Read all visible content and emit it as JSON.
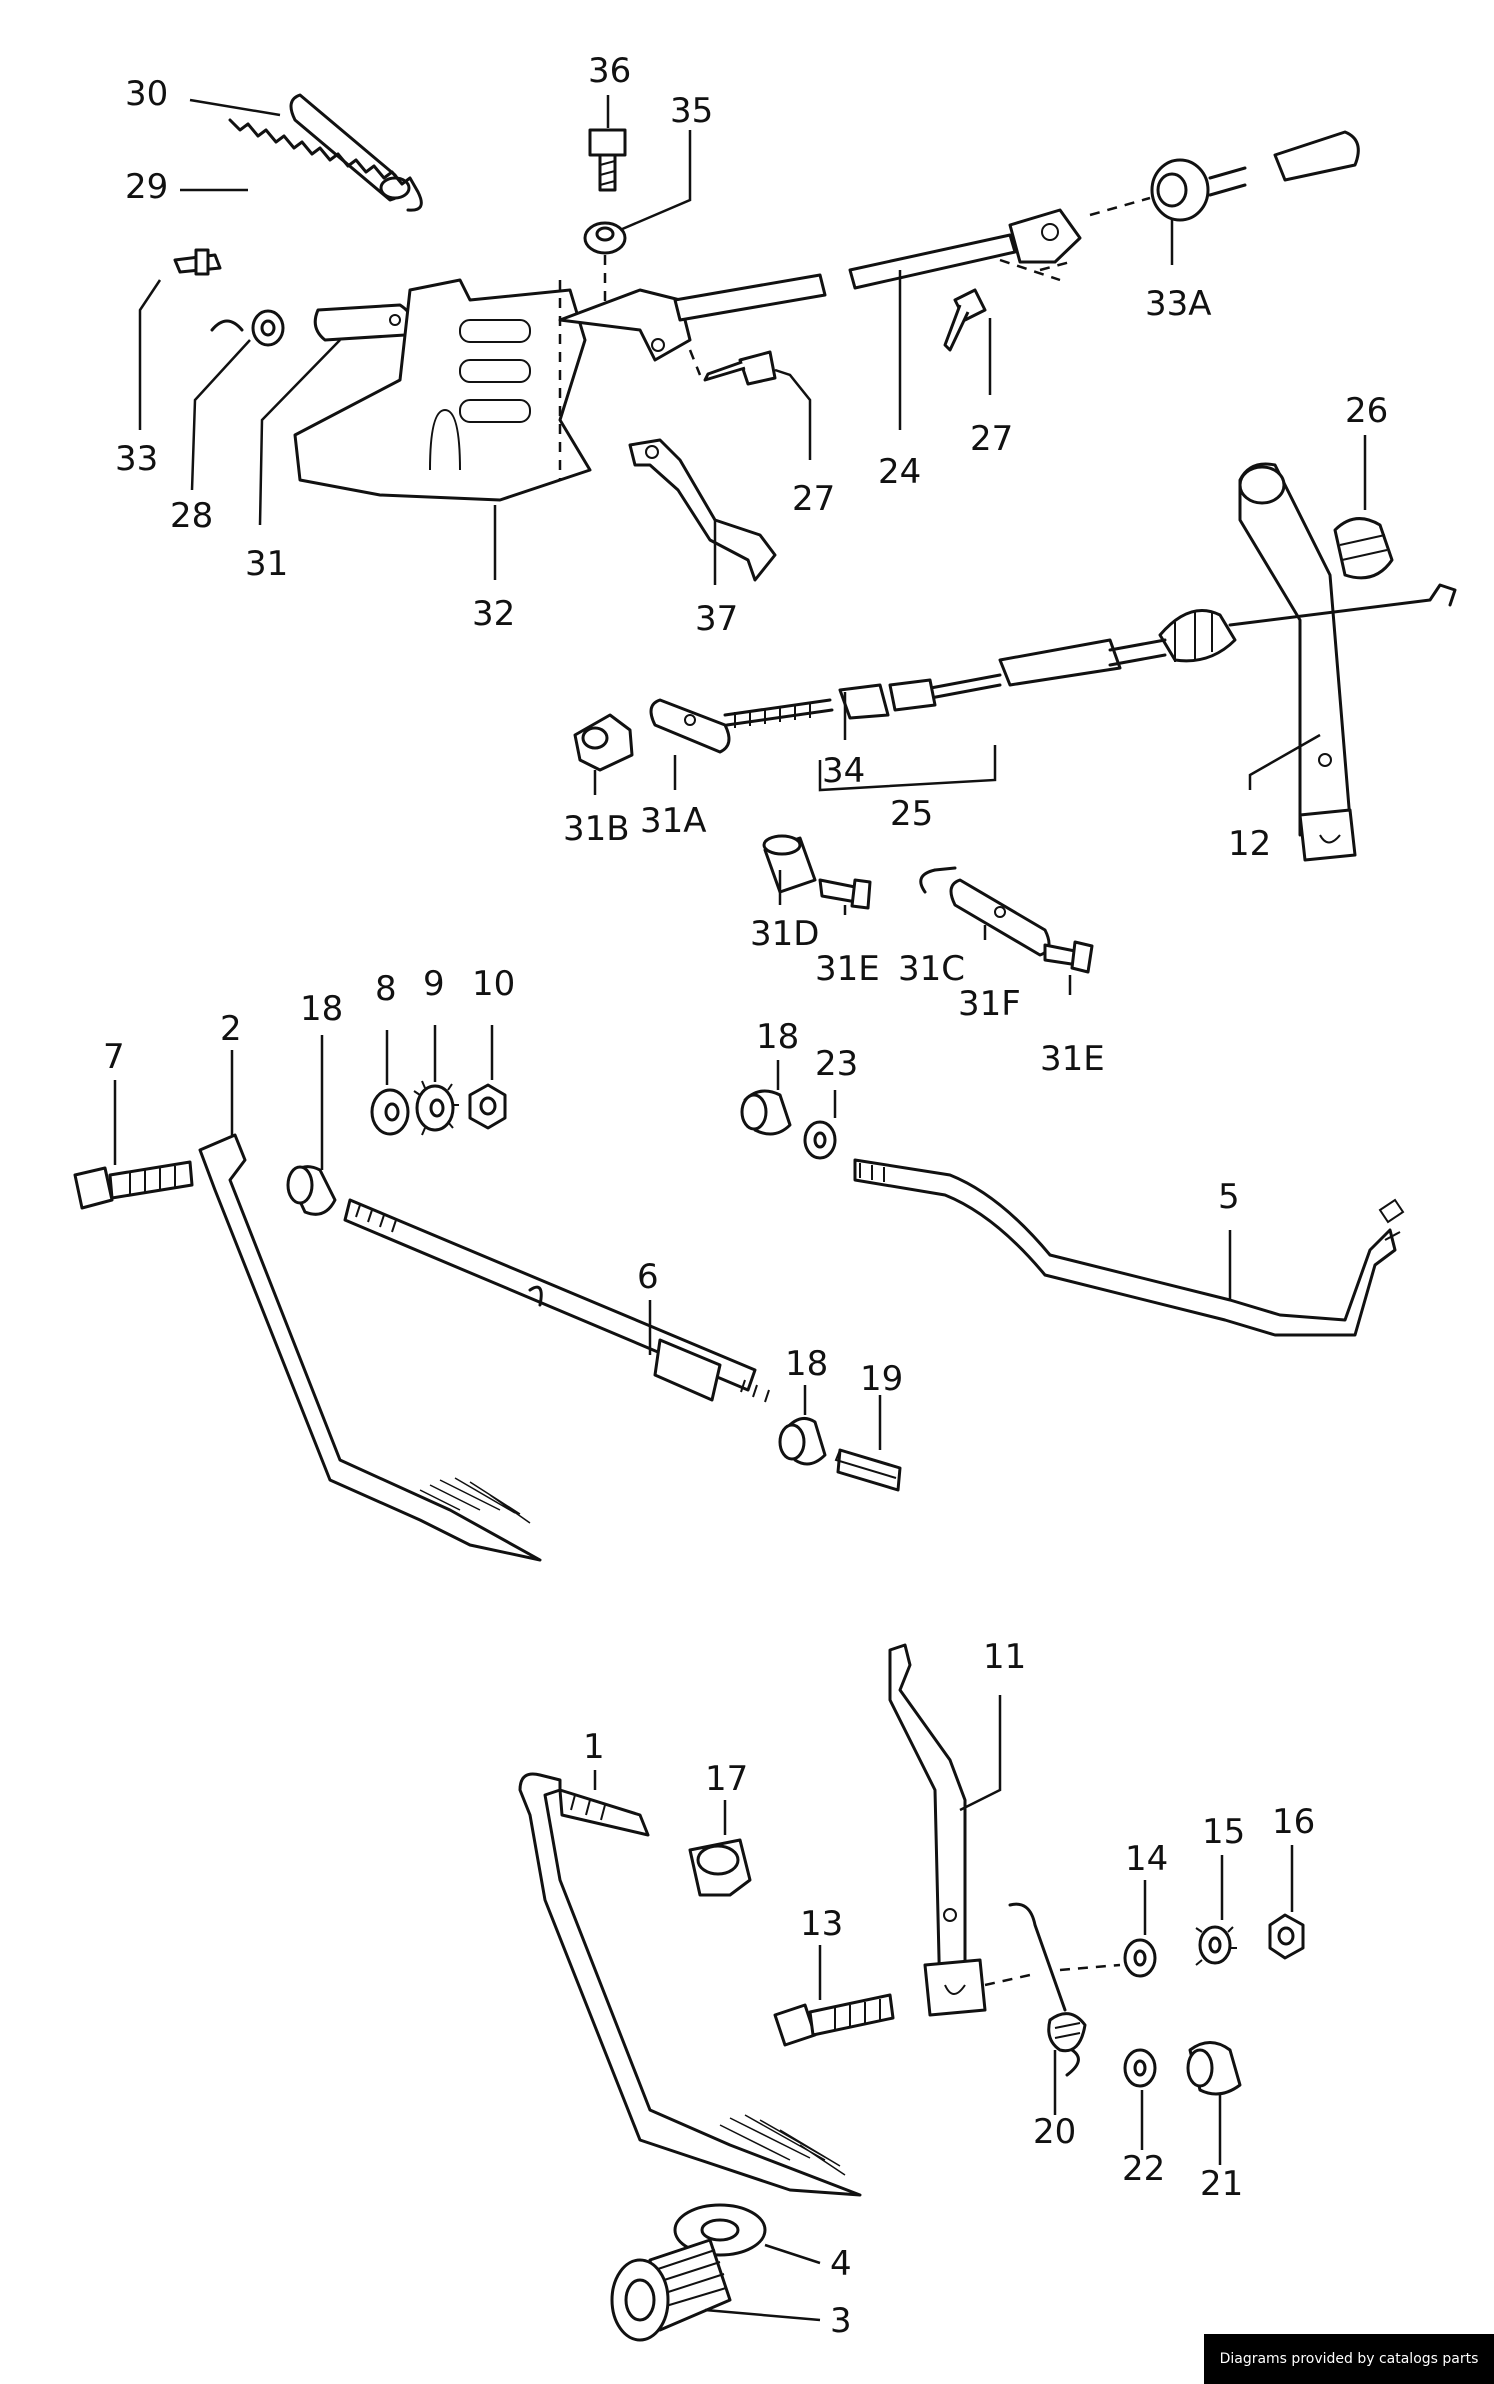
{
  "credit": "Diagrams provided by catalogs parts",
  "labels": {
    "l30": "30",
    "l29": "29",
    "l33": "33",
    "l28": "28",
    "l31": "31",
    "l32": "32",
    "l36": "36",
    "l35": "35",
    "l37": "37",
    "l27a": "27",
    "l27b": "27",
    "l24": "24",
    "l33A": "33A",
    "l26": "26",
    "l12": "12",
    "l25": "25",
    "l34": "34",
    "l31B": "31B",
    "l31A": "31A",
    "l31D": "31D",
    "l31Ea": "31E",
    "l31C": "31C",
    "l31F": "31F",
    "l31Eb": "31E",
    "l7": "7",
    "l2": "2",
    "l18a": "18",
    "l8": "8",
    "l9": "9",
    "l10": "10",
    "l18b": "18",
    "l23": "23",
    "l5": "5",
    "l6": "6",
    "l18c": "18",
    "l19": "19",
    "l1": "1",
    "l17": "17",
    "l11": "11",
    "l13": "13",
    "l14": "14",
    "l15": "15",
    "l16": "16",
    "l20": "20",
    "l22": "22",
    "l21": "21",
    "l4": "4",
    "l3": "3"
  }
}
